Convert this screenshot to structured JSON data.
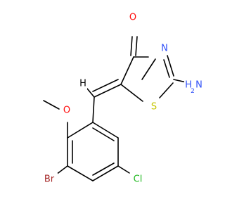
{
  "molecule": {
    "atoms": {
      "oxygen_carbonyl": {
        "label": "O",
        "color": "#FF0D0D"
      },
      "nitrogen_ring": {
        "label": "N",
        "color": "#3050F8"
      },
      "amine": {
        "label": "H",
        "sub": "2",
        "prefix": "N",
        "color": "#3050F8"
      },
      "sulfur": {
        "label": "S",
        "color": "#C6C600"
      },
      "oxygen_methoxy": {
        "label": "O",
        "color": "#FF0D0D"
      },
      "bromine": {
        "label": "Br",
        "color": "#A62929"
      },
      "chlorine": {
        "label": "Cl",
        "color": "#1FB81F"
      },
      "hydrogen_vinyl": {
        "label": "H",
        "color": "#000000"
      }
    }
  }
}
